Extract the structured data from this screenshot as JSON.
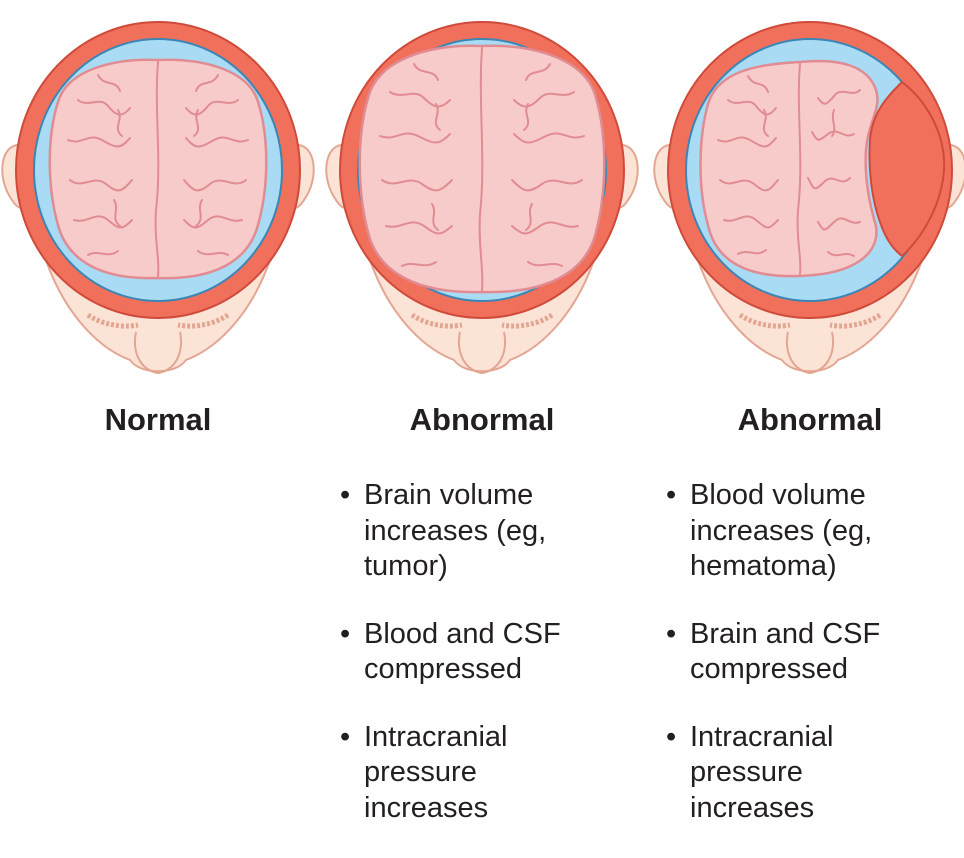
{
  "colors": {
    "skin_fill": "#fbe3d6",
    "skin_stroke": "#e3a693",
    "skull": "#f0705c",
    "skull_edge": "#cf4a3a",
    "csf": "#a9dcf4",
    "csf_edge": "#3b86b5",
    "brain_fill": "#f8cbcb",
    "brain_fold": "#e08c92",
    "hematoma": "#f0705c"
  },
  "panels": [
    {
      "title": "Normal",
      "variant": "normal",
      "bullets": []
    },
    {
      "title": "Abnormal",
      "variant": "tumor",
      "bullets": [
        "Brain volume increases (eg, tumor)",
        "Blood and CSF compressed",
        "Intracranial pressure increases"
      ]
    },
    {
      "title": "Abnormal",
      "variant": "hematoma",
      "bullets": [
        "Blood volume increases (eg, hematoma)",
        "Brain and CSF compressed",
        "Intracranial pressure increases"
      ]
    }
  ]
}
